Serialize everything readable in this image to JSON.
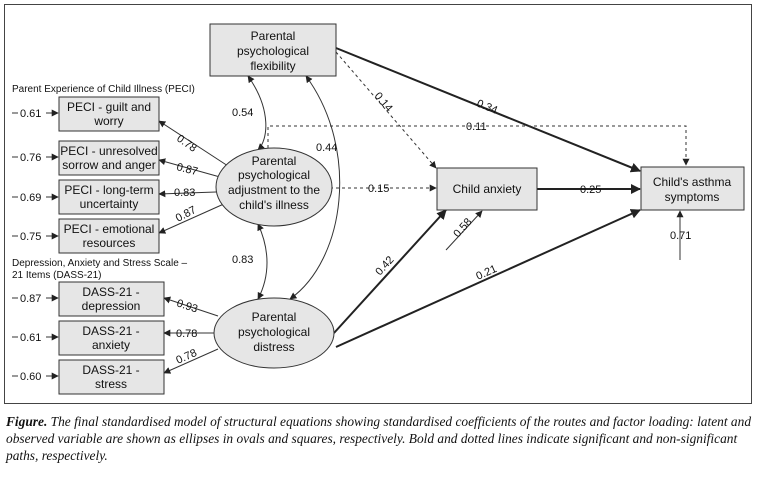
{
  "nodes": {
    "flexibility": [
      "Parental",
      "psychological",
      "flexibility"
    ],
    "adjustment": [
      "Parental",
      "psychological",
      "adjustment to the",
      "child's illness"
    ],
    "distress": [
      "Parental",
      "psychological",
      "distress"
    ],
    "child_anxiety": [
      "Child anxiety"
    ],
    "asthma": [
      "Child's asthma",
      "symptoms"
    ],
    "peci_guilt": [
      "PECI - guilt and",
      "worry"
    ],
    "peci_sorrow": [
      "PECI - unresolved",
      "sorrow and anger"
    ],
    "peci_uncertainty": [
      "PECI - long-term",
      "uncertainty"
    ],
    "peci_resources": [
      "PECI - emotional",
      "resources"
    ],
    "dass_depression": [
      "DASS-21 -",
      "depression"
    ],
    "dass_anxiety": [
      "DASS-21 -",
      "anxiety"
    ],
    "dass_stress": [
      "DASS-21 -",
      "stress"
    ]
  },
  "sections": {
    "peci": [
      "Parent Experience of Child Illness (PECI)"
    ],
    "dass": [
      "Depression, Anxiety and Stress Scale –",
      "21 Items (DASS-21)"
    ]
  },
  "errors": {
    "peci_guilt": "0.61",
    "peci_sorrow": "0.76",
    "peci_uncertainty": "0.69",
    "peci_resources": "0.75",
    "dass_depression": "0.87",
    "dass_anxiety": "0.61",
    "dass_stress": "0.60",
    "child_anxiety": "0.58",
    "asthma": "0.71"
  },
  "loadings": {
    "peci_guilt": "0.78",
    "peci_sorrow": "0.87",
    "peci_uncertainty": "0.83",
    "peci_resources": "0.87",
    "dass_depression": "0.93",
    "dass_anxiety": "0.78",
    "dass_stress": "0.78"
  },
  "paths": {
    "flex_adjust": "0.54",
    "flex_distress": "0.44",
    "adjust_distress": "0.83",
    "flex_anxiety": "0.14",
    "flex_asthma": "0.34",
    "adjust_asthma": "0.11",
    "adjust_anxiety": "0.15",
    "anxiety_asthma": "0.25",
    "distress_anxiety": "0.42",
    "distress_asthma": "0.21"
  },
  "caption": {
    "label": "Figure.",
    "text": " The final standardised model of structural equations showing standardised coefficients of the routes and factor loading: latent and observed variable are shown as ellipses in ovals and squares, respectively. Bold and dotted lines indicate significant and non-significant paths, respectively."
  }
}
